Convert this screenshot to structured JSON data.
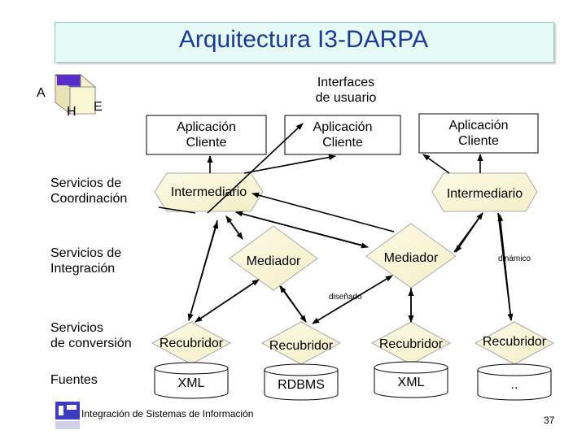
{
  "title": "Arquitectura I3-DARPA",
  "cube": {
    "a": "A",
    "h": "H",
    "e": "E"
  },
  "interfaces_label": "Interfaces\nde usuario",
  "rows": {
    "coordinacion": "Servicios de\nCoordinación",
    "integracion": "Servicios de\nIntegración",
    "conversion": "Servicios\nde conversión",
    "fuentes": "Fuentes"
  },
  "clients": [
    "Aplicación\nCliente",
    "Aplicación\nCliente",
    "Aplicación\nCliente"
  ],
  "intermediarios": [
    "Intermediario",
    "Intermediario"
  ],
  "mediadores": [
    "Mediador",
    "Mediador"
  ],
  "annotations": {
    "dinamico": "dinámico",
    "disenado": "diseñado"
  },
  "recubridores": [
    "Recubridor",
    "Recubridor",
    "Recubridor",
    "Recubridor"
  ],
  "fuentes": [
    "XML",
    "RDBMS",
    "XML",
    ".."
  ],
  "footer": {
    "text": "Integración de Sistemas de Información",
    "page": "37"
  },
  "colors": {
    "title": "#1a3a9a",
    "title_bg": "#e6fbf8",
    "cube_top": "#5a2cc9"
  }
}
